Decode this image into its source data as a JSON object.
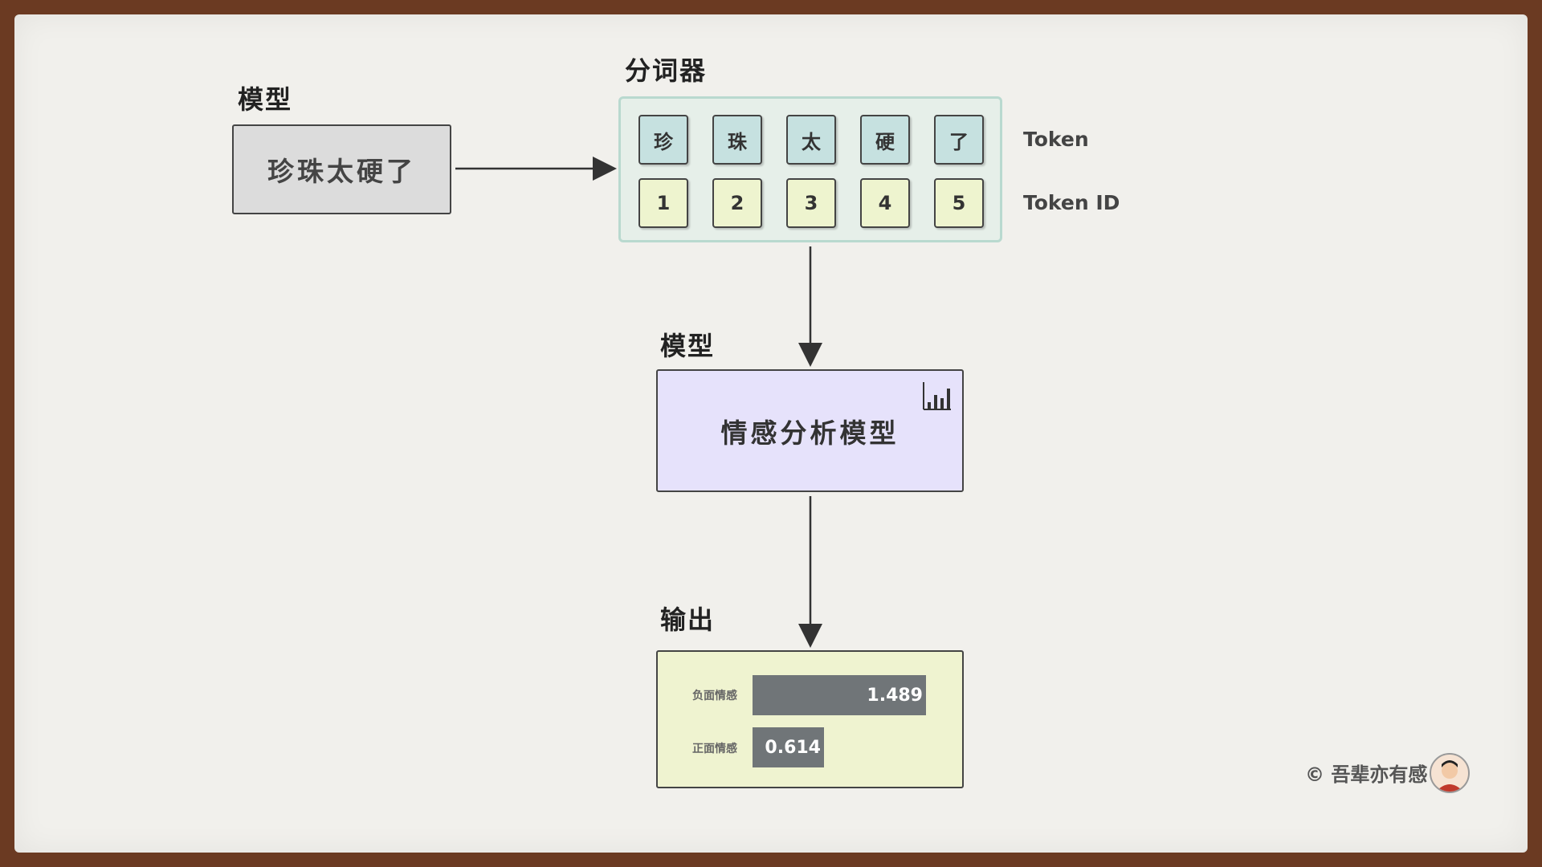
{
  "labels": {
    "input_title": "模型",
    "tokenizer_title": "分词器",
    "model_title": "模型",
    "output_title": "输出"
  },
  "input_text": "珍珠太硬了",
  "tokens": [
    "珍",
    "珠",
    "太",
    "硬",
    "了"
  ],
  "token_ids": [
    "1",
    "2",
    "3",
    "4",
    "5"
  ],
  "token_row_label": "Token",
  "token_id_row_label": "Token ID",
  "model_text": "情感分析模型",
  "model_icon": "bar-chart-icon",
  "output": {
    "bars": [
      {
        "label": "负面情感",
        "value": 1.489,
        "display": "1.489"
      },
      {
        "label": "正面情感",
        "value": 0.614,
        "display": "0.614"
      }
    ]
  },
  "copyright": "© 吾辈亦有感",
  "colors": {
    "input_bg": "#dcdcdc",
    "tokenizer_bg": "#e6efe9",
    "token_bg": "#c6e1e0",
    "token_id_bg": "#eef4cf",
    "model_bg": "#e6e2fb",
    "output_bg": "#eff3d0",
    "bar": "#707578"
  }
}
